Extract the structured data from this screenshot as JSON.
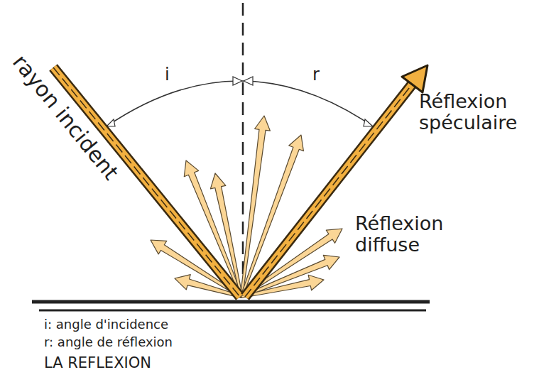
{
  "diagram": {
    "caption": "LA REFLEXION",
    "labels": [
      "rayon incident",
      "i",
      "r",
      "Réflexion spéculaire",
      "Réflexion diffuse",
      "i: angle d'incidence",
      "r: angle de réflexion"
    ]
  }
}
